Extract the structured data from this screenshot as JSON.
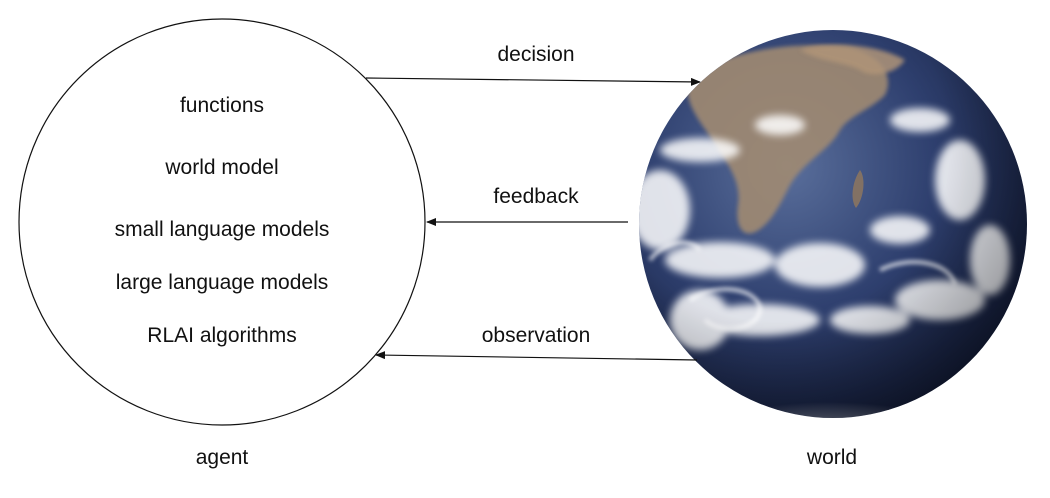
{
  "agent": {
    "label": "agent",
    "components": [
      "functions",
      "world model",
      "small language models",
      "large language models",
      "RLAI algorithms"
    ]
  },
  "world": {
    "label": "world"
  },
  "arrows": {
    "decision": "decision",
    "feedback": "feedback",
    "observation": "observation"
  }
}
